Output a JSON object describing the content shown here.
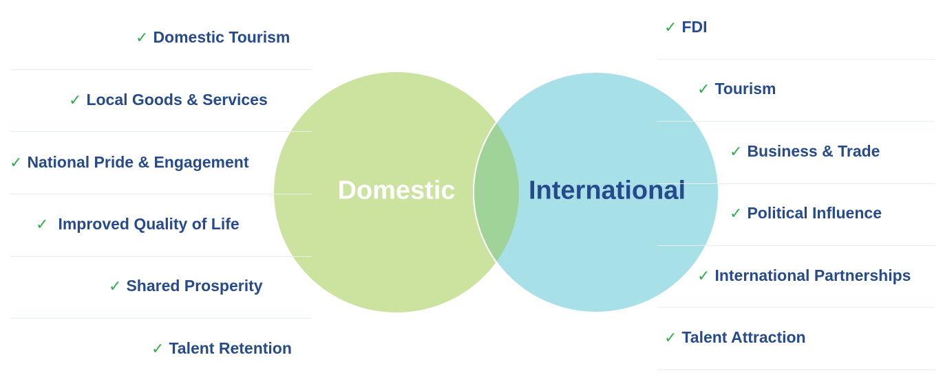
{
  "colors": {
    "domestic_circle": "#cce29f",
    "international_circle": "#a8e0e8",
    "overlap": "#9fd398",
    "text": "#264a8c",
    "check": "#2fae4e"
  },
  "check_icon": "✓",
  "domestic": {
    "label": "Domestic",
    "items": [
      "Domestic Tourism",
      "Local Goods & Services",
      "National Pride & Engagement",
      "Improved Quality of Life",
      "Shared Prosperity",
      "Talent Retention"
    ]
  },
  "international": {
    "label": "International",
    "items": [
      "FDI",
      "Tourism",
      "Business & Trade",
      "Political Influence",
      "International Partnerships",
      "Talent Attraction"
    ]
  }
}
